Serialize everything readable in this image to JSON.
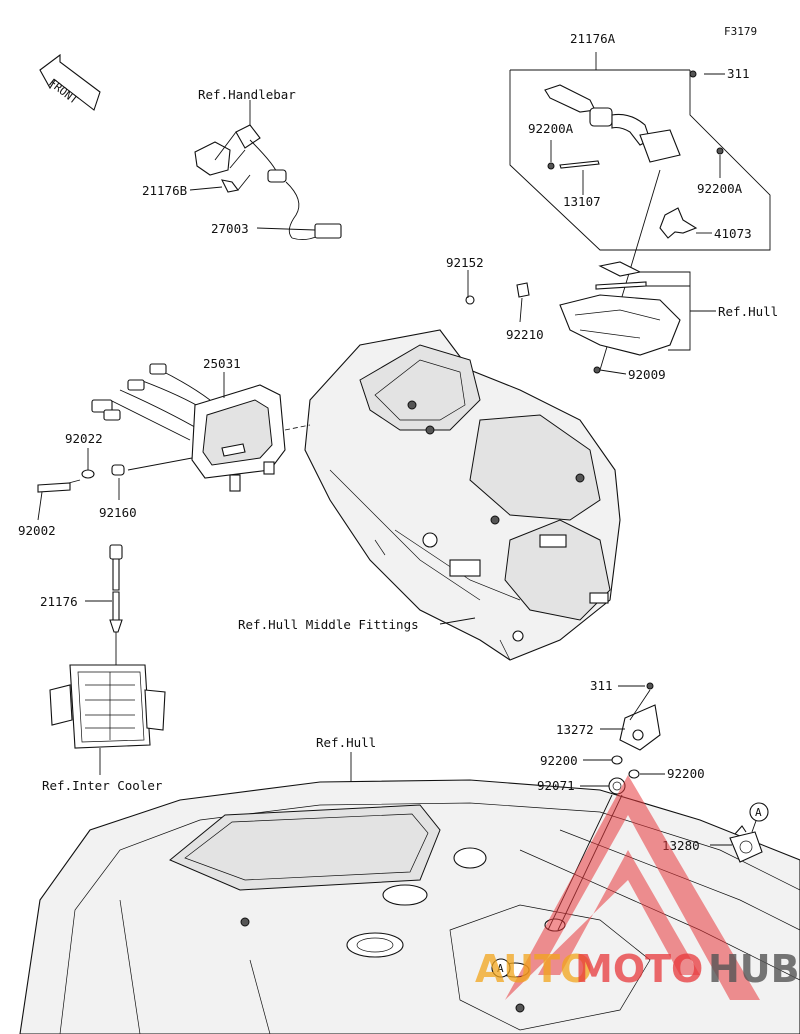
{
  "figure_code": "F3179",
  "front_label": "FRONT",
  "callouts": {
    "c21176A": "21176A",
    "c311_top": "311",
    "c92200A_left": "92200A",
    "c92200A_right": "92200A",
    "c13107": "13107",
    "c41073": "41073",
    "ref_handlebar": "Ref.Handlebar",
    "c21176B": "21176B",
    "c27003": "27003",
    "c92152": "92152",
    "c92210": "92210",
    "ref_hull_top": "Ref.Hull",
    "c92009": "92009",
    "c25031": "25031",
    "c92022": "92022",
    "c92160": "92160",
    "c92002": "92002",
    "c21176": "21176",
    "ref_hull_middle": "Ref.Hull Middle Fittings",
    "ref_inter_cooler": "Ref.Inter Cooler",
    "c311_bottom": "311",
    "c13272": "13272",
    "c92200_left": "92200",
    "c92200_right": "92200",
    "c92071": "92071",
    "ref_hull_bottom": "Ref.Hull",
    "c13280": "13280",
    "marker_a1": "A",
    "marker_a2": "A"
  },
  "watermark": {
    "part1": "AUTO",
    "part2": "MOTO",
    "part3": "HUB",
    "color_red": "#e8393c",
    "color_orange": "#f2a51c",
    "color_dark": "#555555"
  }
}
